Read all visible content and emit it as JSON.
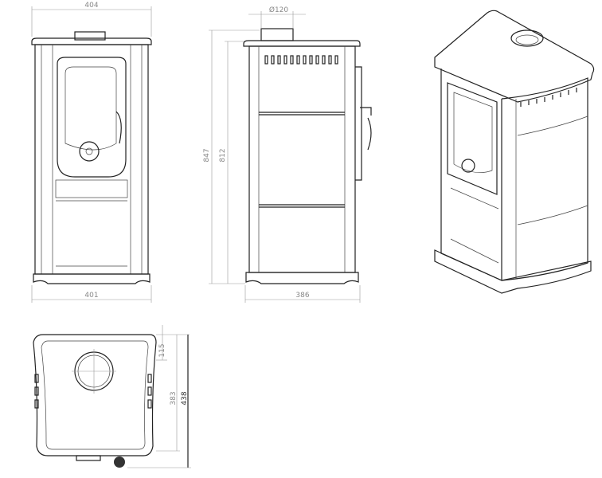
{
  "dimensions": {
    "front_width_top": "404",
    "front_width_base": "401",
    "flue_diameter": "Ø120",
    "total_height": "847",
    "body_height": "812",
    "side_depth": "386",
    "top_flue_offset": "115",
    "top_depth_body": "383",
    "top_depth_total": "438"
  }
}
